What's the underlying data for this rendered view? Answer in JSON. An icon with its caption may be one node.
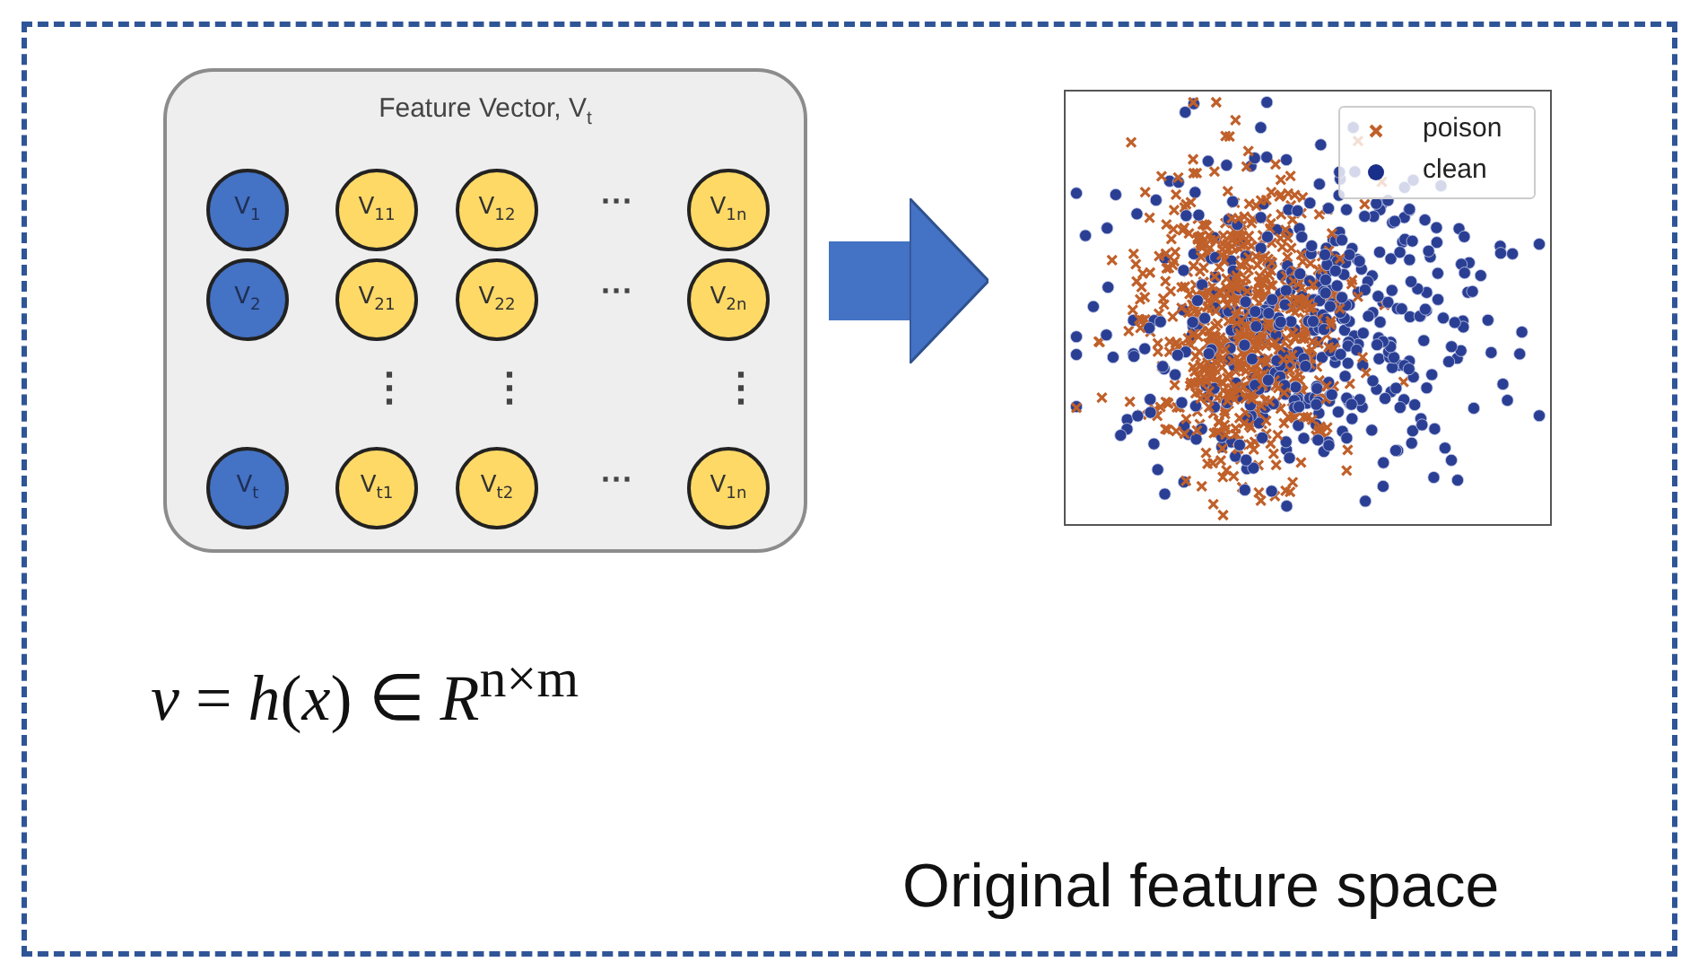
{
  "diagram": {
    "nodes": [
      {
        "text": [
          "Original feature space"
        ]
      },
      {
        "text": [
          "Feature Vector, V$_{t}$"
        ],
        "in": 0
      },
      {
        "text": [
          "V$_{1}$"
        ],
        "in": 1
      },
      {
        "text": [
          "V$_{11}$"
        ],
        "in": 1
      },
      {
        "text": [
          "V$_{12}$"
        ],
        "in": 1
      },
      {
        "text": [
          "V$_{1n}$"
        ],
        "in": 1
      },
      {
        "text": [
          "V$_{2}$"
        ],
        "in": 1
      },
      {
        "text": [
          "V$_{21}$"
        ],
        "in": 1
      },
      {
        "text": [
          "V$_{22}$"
        ],
        "in": 1
      },
      {
        "text": [
          "V$_{2n}$"
        ],
        "in": 1
      },
      {
        "text": [
          "V$_{t}$"
        ],
        "in": 1
      },
      {
        "text": [
          "V$_{t1}$"
        ],
        "in": 1
      },
      {
        "text": [
          "V$_{t2}$"
        ],
        "in": 1
      },
      {
        "text": [
          "V$_{1n}$"
        ],
        "in": 1
      },
      {
        "text": [],
        "shape": "picture",
        "in": 0
      }
    ],
    "edges": [
      {
        "from": 1,
        "to": 14,
        "arrow": "to"
      }
    ],
    "labels": [
      "···",
      "···",
      "⋮",
      "⋮",
      "⋮",
      "···",
      "*v* = *h*(*x*) ∈ *R*$^{n×m}$"
    ],
    "legend": [
      {
        "text": "poison"
      },
      {
        "text": "clean"
      }
    ]
  }
}
